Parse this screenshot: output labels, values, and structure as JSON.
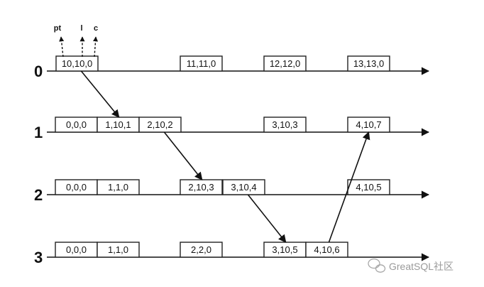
{
  "processes": [
    {
      "label": "0",
      "boxes": [
        "10,10,0",
        "11,11,0",
        "12,12,0",
        "13,13,0"
      ]
    },
    {
      "label": "1",
      "boxes": [
        "0,0,0",
        "1,10,1",
        "2,10,2",
        "3,10,3",
        "4,10,7"
      ]
    },
    {
      "label": "2",
      "boxes": [
        "0,0,0",
        "1,1,0",
        "2,10,3",
        "3,10,4",
        "4,10,5"
      ]
    },
    {
      "label": "3",
      "boxes": [
        "0,0,0",
        "1,1,0",
        "2,2,0",
        "3,10,5",
        "4,10,6"
      ]
    }
  ],
  "legend": [
    "pt",
    "l",
    "c"
  ],
  "messages": [
    {
      "from": "0:10,10,0",
      "to": "1:1,10,1"
    },
    {
      "from": "1:2,10,2",
      "to": "2:2,10,3"
    },
    {
      "from": "2:3,10,4",
      "to": "3:3,10,5"
    },
    {
      "from": "3:4,10,6",
      "to": "1:4,10,7"
    }
  ],
  "watermark": "GreatSQL社区",
  "colors": {
    "line": "#111111",
    "box_fill": "#ffffff",
    "watermark": "#9a9a9a"
  }
}
